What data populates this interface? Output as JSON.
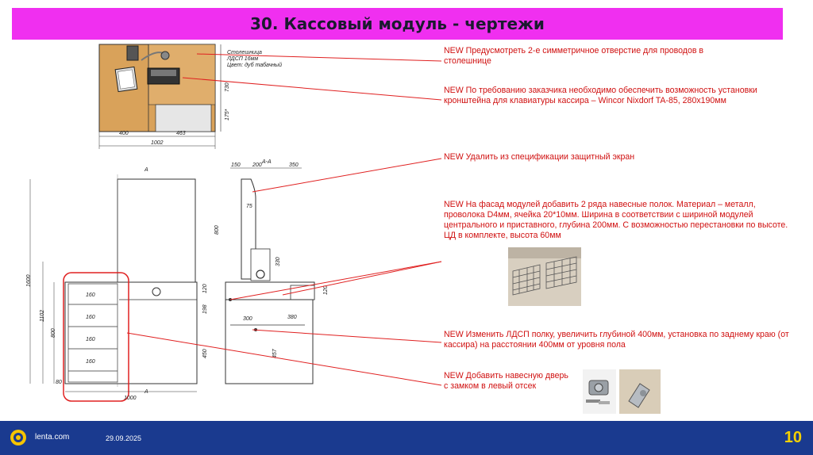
{
  "slide": {
    "title": "30. Кассовый модуль - чертежи",
    "page_number": "10",
    "date": "29.09.2025",
    "brand": "lenta.com"
  },
  "notes": [
    "NEW Предусмотреть 2-е симметричное отверстие для проводов в столешнице",
    "NEW По требованию заказчика необходимо обеспечить возможность установки кронштейна для клавиатуры кассира – Wincor Nixdorf TA-85, 280х190мм",
    "NEW Удалить из спецификации защитный экран",
    "NEW На фасад модулей добавить 2 ряда  навесные полок. Материал – металл, проволока D4мм, ячейка 20*10мм. Ширина в соответствии с шириной модулей центрального и приставного, глубина 200мм. С возможностью перестановки по высоте. ЦД в комплекте, высота 60мм",
    "NEW Изменить ЛДСП полку, увеличить глубиной 400мм, установка по заднему краю (от кассира) на расстоянии 400мм от уровня пола",
    "NEW Добавить навесную дверь с замком в левый отсек"
  ],
  "drawing_labels": {
    "countertop": "Столешница",
    "ldsp": "ЛДСП 16мм",
    "color": "Цвет: дуб табачный",
    "section": "А-А",
    "section_mark": "А",
    "dims_top": [
      "400",
      "463",
      "1002",
      "730",
      "175*"
    ],
    "dims_front": [
      "1600",
      "1102",
      "800",
      "80",
      "160",
      "160",
      "160",
      "160",
      "1000"
    ],
    "dims_side": [
      "150",
      "200",
      "350",
      "75",
      "800",
      "330",
      "120",
      "300",
      "380",
      "198",
      "120",
      "450",
      "457"
    ]
  },
  "colors": {
    "title_bg": "#f02ff0",
    "note_text": "#d01010",
    "footer_bg": "#1a3a8f",
    "page_number": "#f5d000"
  }
}
